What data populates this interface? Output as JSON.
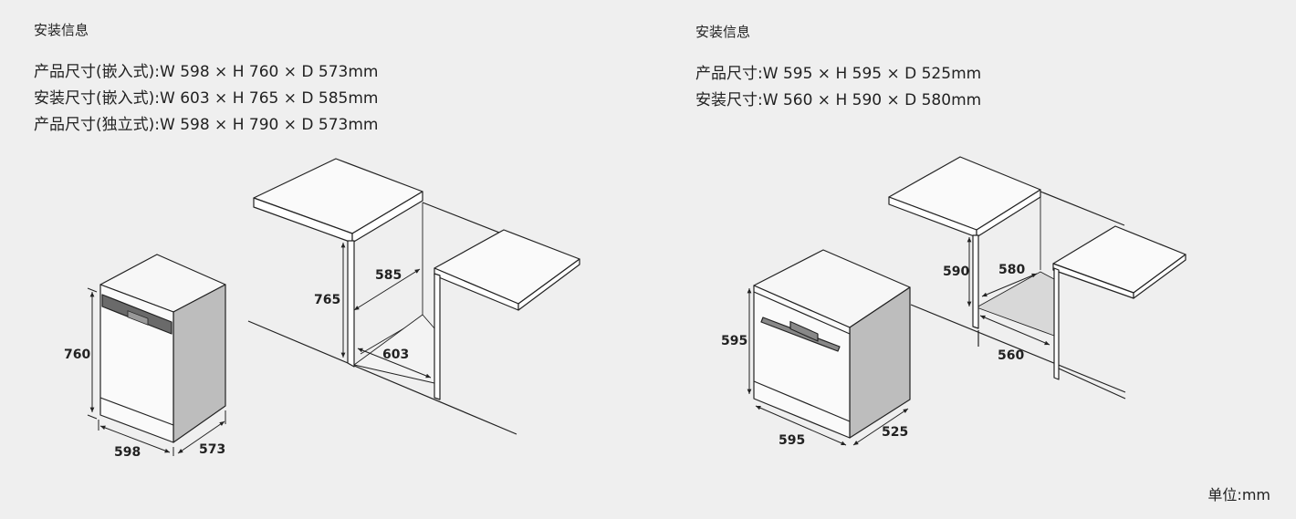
{
  "left": {
    "heading": "安装信息",
    "specs": [
      "产品尺寸(嵌入式):W 598 × H 760 × D 573mm",
      "安装尺寸(嵌入式):W 603 × H 765 × D 585mm",
      "产品尺寸(独立式):W 598 × H 790 × D 573mm"
    ],
    "dims": {
      "product_height": "760",
      "product_width": "598",
      "product_depth": "573",
      "niche_height": "765",
      "niche_depth": "585",
      "niche_width": "603"
    }
  },
  "right": {
    "heading": "安装信息",
    "specs": [
      "产品尺寸:W 595 × H 595 × D 525mm",
      "安装尺寸:W 560 × H 590 × D 580mm"
    ],
    "dims": {
      "product_height": "595",
      "product_width": "595",
      "product_depth": "525",
      "niche_height": "590",
      "niche_depth": "580",
      "niche_width": "560"
    }
  },
  "unit_note": "单位:mm"
}
